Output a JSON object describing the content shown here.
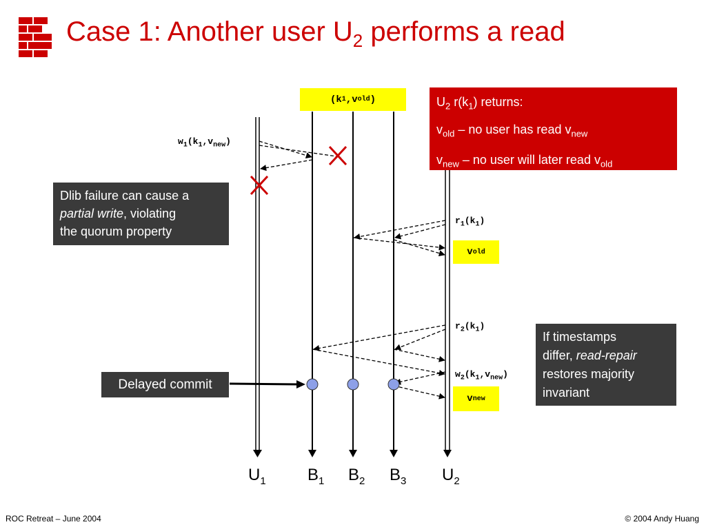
{
  "title": {
    "text": "Case 1: Another user U",
    "sub": "2",
    "rest": " performs a read"
  },
  "top_label": {
    "open": "(k",
    "k_sub": "1",
    "comma": ",v",
    "v_sub": "old",
    "close": ")"
  },
  "returns_box": {
    "l1_a": "U",
    "l1_a_sub": "2",
    "l1_b": " r(k",
    "l1_b_sub": "1",
    "l1_c": ") returns:",
    "l2_a": "v",
    "l2_a_sub": "old",
    "l2_b": " – no user has read v",
    "l2_b_sub": "new",
    "l3_a": "v",
    "l3_a_sub": "new",
    "l3_b": " – no user will later read v",
    "l3_b_sub": "old"
  },
  "dlib_box": {
    "l1": "Dlib failure can cause a",
    "l2_italic": "partial write",
    "l2_rest": ", violating",
    "l3": "the quorum property"
  },
  "timestamps_box": {
    "l1": "If timestamps",
    "l2_a": "differ, ",
    "l2_italic": "read-repair",
    "l3": "restores majority",
    "l4": "invariant"
  },
  "delayed_commit": "Delayed commit",
  "messages": {
    "w1": {
      "a": "w",
      "a_sub": "1",
      "b": "(k",
      "b_sub": "1",
      "c": ",v",
      "c_sub": "new",
      "d": ")"
    },
    "r1": {
      "a": "r",
      "a_sub": "1",
      "b": "(k",
      "b_sub": "1",
      "c": ")"
    },
    "r2": {
      "a": "r",
      "a_sub": "2",
      "b": "(k",
      "b_sub": "1",
      "c": ")"
    },
    "w2": {
      "a": "w",
      "a_sub": "2",
      "b": "(k",
      "b_sub": "1",
      "c": ",v",
      "c_sub": "new",
      "d": ")"
    }
  },
  "v_old_label": {
    "a": "v",
    "sub": "old"
  },
  "v_new_label": {
    "a": "v",
    "sub": "new"
  },
  "axes": [
    {
      "a": "U",
      "sub": "1"
    },
    {
      "a": "B",
      "sub": "1"
    },
    {
      "a": "B",
      "sub": "2"
    },
    {
      "a": "B",
      "sub": "3"
    },
    {
      "a": "U",
      "sub": "2"
    }
  ],
  "footer_left": "ROC Retreat – June 2004",
  "footer_right": "© 2004 Andy Huang",
  "colors": {
    "title": "#cc0000",
    "red_box": "#cc0000",
    "dark_box": "#3a3a3a",
    "highlight": "#ffff00",
    "commit_dot": "#8da0e8"
  }
}
